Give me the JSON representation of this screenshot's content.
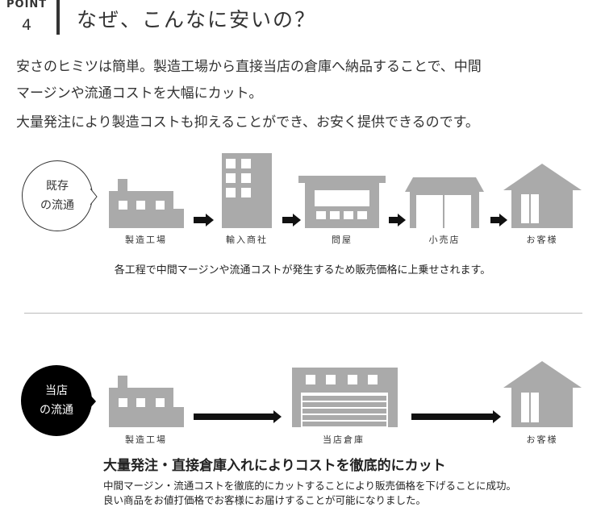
{
  "header": {
    "point_label": "POINT",
    "point_number": "4",
    "title": "なぜ、こんなに安いの？"
  },
  "intro": {
    "lines": [
      "安さのヒミツは簡単。製造工場から直接当店の倉庫へ納品することで、中間",
      "マージンや流通コストを大幅にカット。",
      "大量発注により製造コストも抑えることができ、お安く提供できるのです。"
    ]
  },
  "existing": {
    "bubble_line1": "既存",
    "bubble_line2": "の流通",
    "labels": [
      "製造工場",
      "輸入商社",
      "問屋",
      "小売店",
      "お客様"
    ],
    "note": "各工程で中間マージンや流通コストが発生するため販売価格に上乗せされます。"
  },
  "ours": {
    "bubble_line1": "当店",
    "bubble_line2": "の流通",
    "labels": [
      "製造工場",
      "当店倉庫",
      "お客様"
    ],
    "heading": "大量発注・直接倉庫入れによりコストを徹底的にカット",
    "lines": [
      "中間マージン・流通コストを徹底的にカットすることにより販売価格を下げることに成功。",
      "良い商品をお値打価格でお客様にお届けすることが可能になりました。"
    ]
  },
  "colors": {
    "icon_gray": "#aaaaaa",
    "text": "#333333"
  }
}
